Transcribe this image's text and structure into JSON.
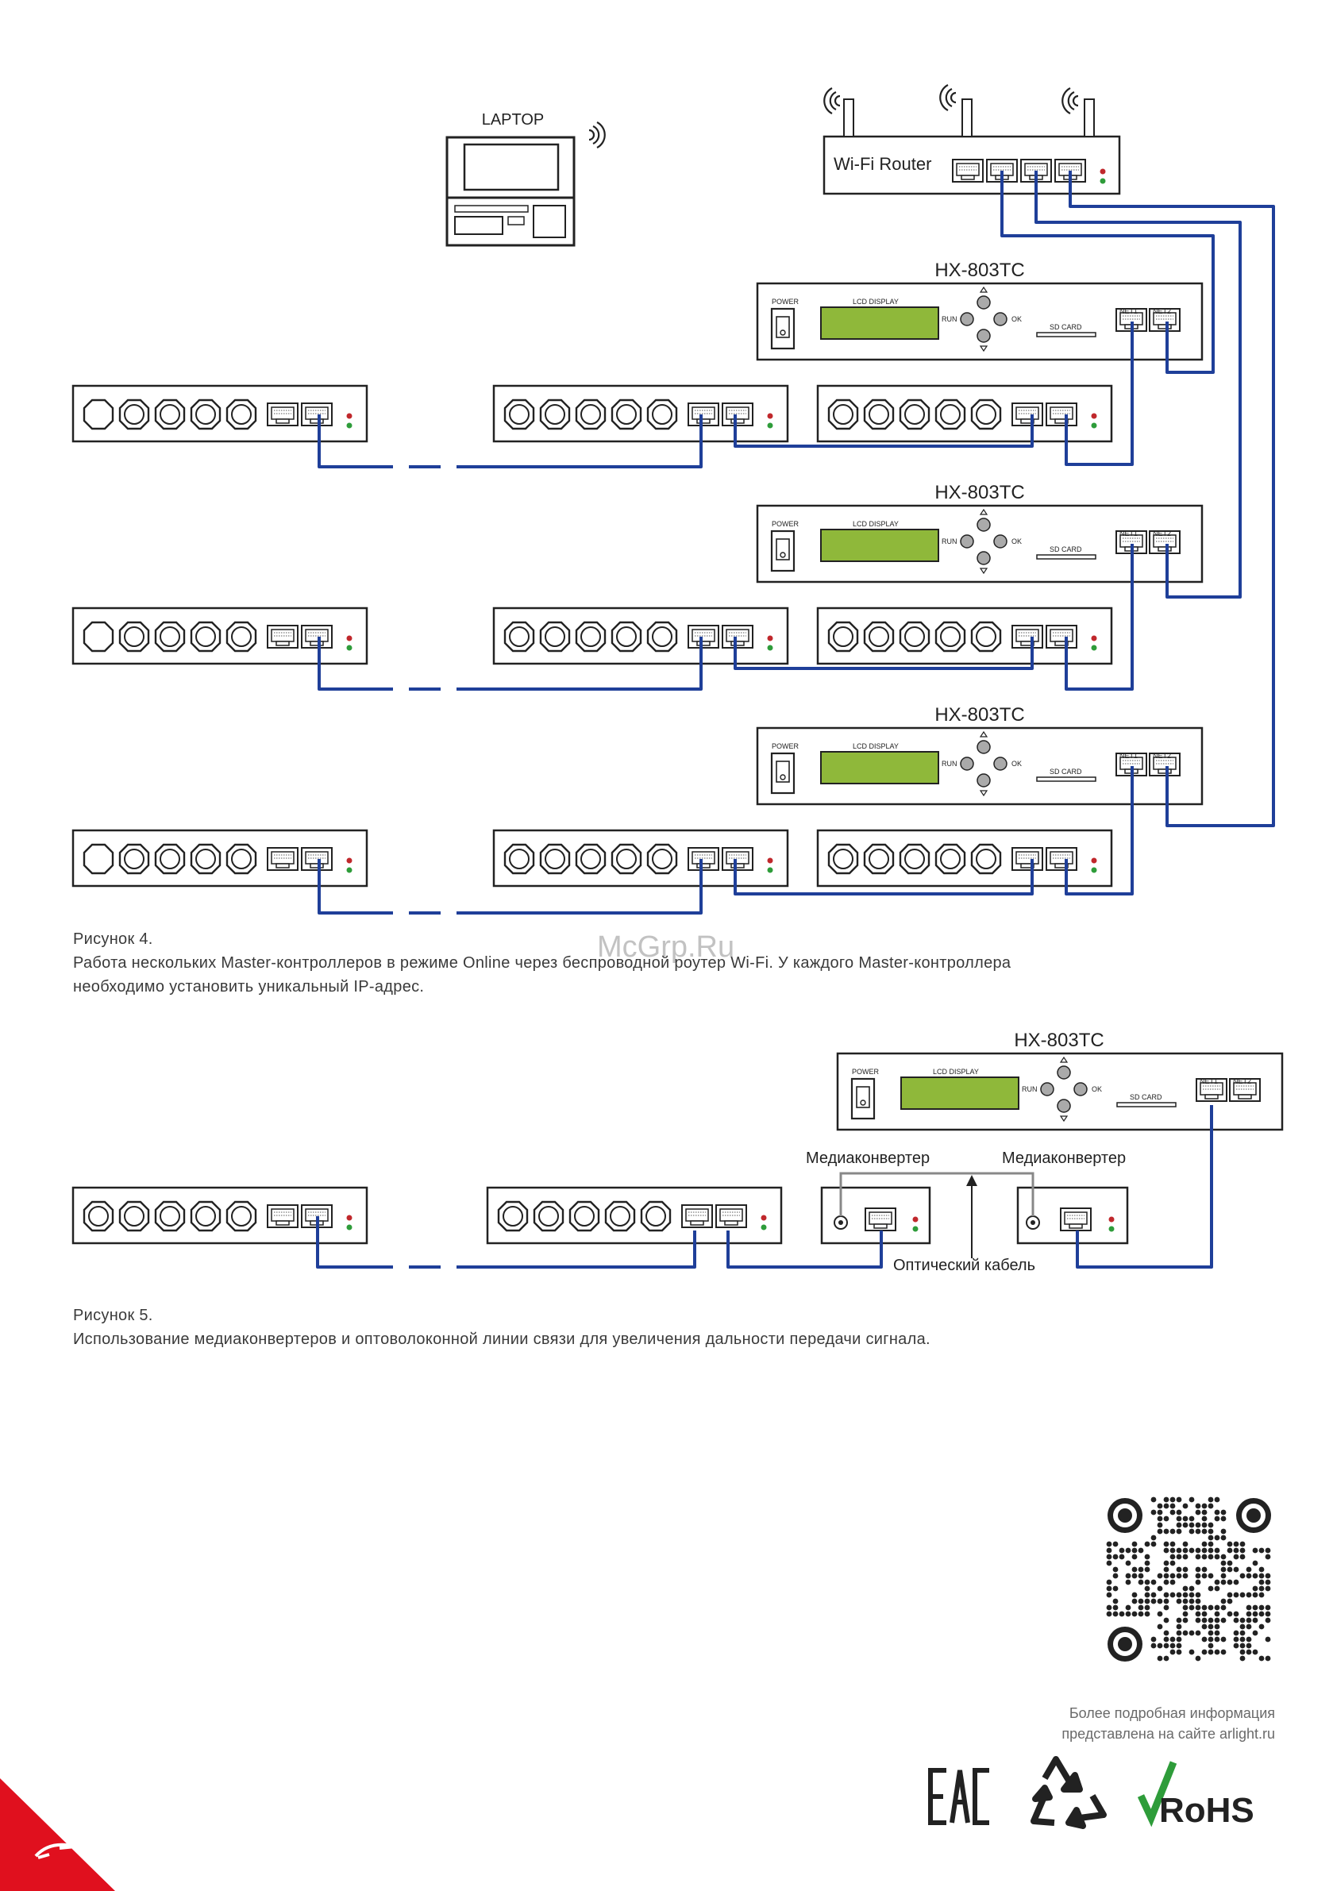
{
  "fig4": {
    "laptop_label": "LAPTOP",
    "router_label": "Wi-Fi Router",
    "controller_title": "HX-803TC",
    "controller_power": "POWER",
    "controller_lcd": "LCD DISPLAY",
    "controller_run": "RUN",
    "controller_ok": "OK",
    "controller_sd": "SD CARD",
    "controller_net1": "NET1",
    "controller_net2": "NET2",
    "caption_title": "Рисунок 4.",
    "caption_line1": "Работа нескольких Master-контроллеров в режиме Online через беспроводной роутер Wi-Fi. У каждого Master-контроллера",
    "caption_line2": "необходимо установить уникальный IP-адрес."
  },
  "watermark": "McGrp.Ru",
  "fig5": {
    "controller_title": "HX-803TC",
    "media_converter_1": "Медиаконвертер",
    "media_converter_2": "Медиаконвертер",
    "optical_cable": "Оптический кабель",
    "caption_title": "Рисунок 5.",
    "caption_line1": "Использование медиаконвертеров и оптоволоконной линии связи для увеличения дальности передачи сигнала."
  },
  "footer": {
    "qr_note_line1": "Более подробная информация",
    "qr_note_line2": "представлена на сайте arlight.ru",
    "eac_logo": "EAC",
    "rohs_logo": "RoHS"
  },
  "colors": {
    "cable": "#1f3f99",
    "device_stroke": "#2b2b2b",
    "lcd": "#8fb83a",
    "brand_red": "#e0101e",
    "led": "#c0282c",
    "led_green": "#2e9c3a"
  },
  "icons": [
    "wifi-signal-icon",
    "laptop-icon",
    "router-icon",
    "recycle-icon",
    "eac-logo",
    "rohs-logo",
    "qr-code",
    "brand-corner-logo"
  ]
}
